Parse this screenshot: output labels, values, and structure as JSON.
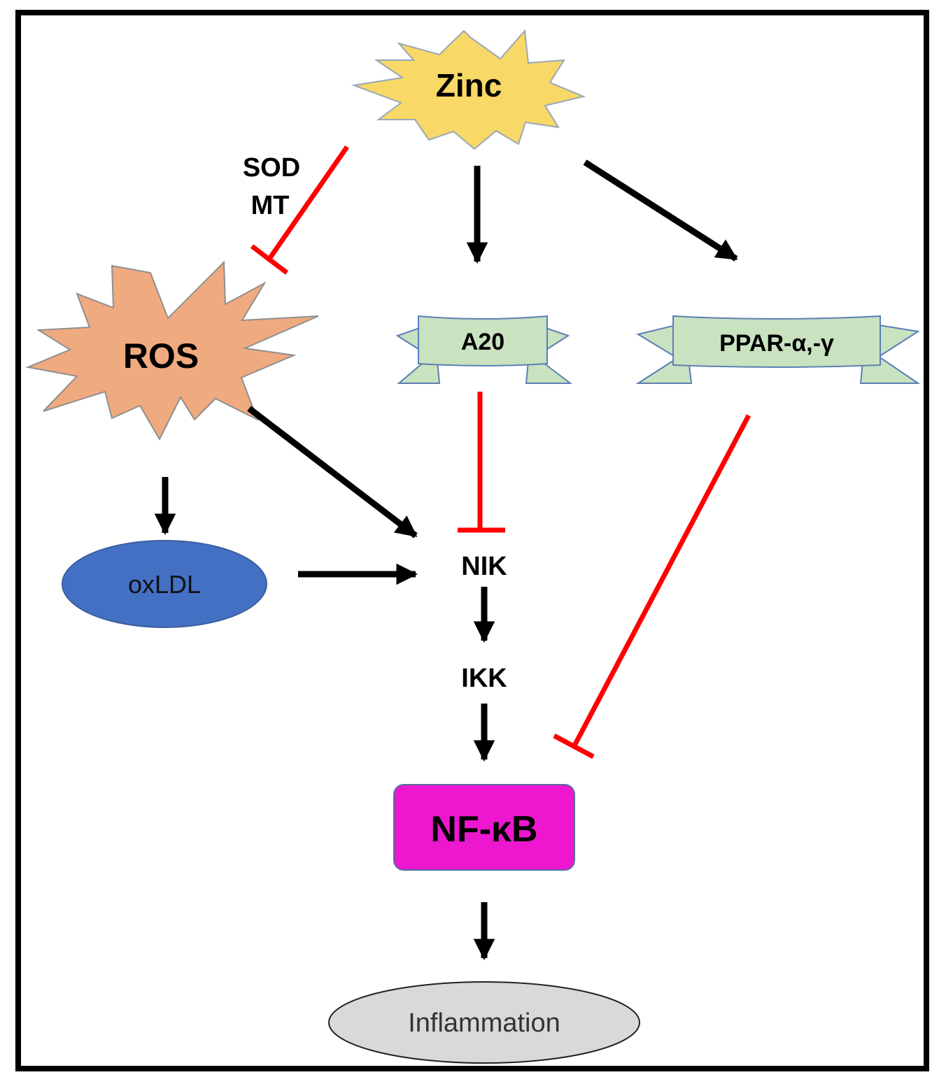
{
  "nodes": {
    "zinc": "Zinc",
    "ros": "ROS",
    "a20": "A20",
    "ppar": "PPAR-α,-γ",
    "oxldl": "oxLDL",
    "nik": "NIK",
    "ikk": "IKK",
    "nfkb": "NF-κB",
    "inflammation": "Inflammation"
  },
  "labels": {
    "sod": "SOD",
    "mt": "MT"
  },
  "colors": {
    "star_yellow": "#f8d866",
    "star_orange": "#f0aa80",
    "ribbon_green": "#c9e2c0",
    "ribbon_border": "#5b7fb5",
    "oval_blue": "#4470c4",
    "nfkb_magenta": "#ec17cf",
    "oval_gray": "#d9d9d9",
    "activation_arrow": "#000000",
    "inhibition_line": "#ff0000"
  },
  "edges": [
    {
      "from": "zinc",
      "to": "ros",
      "type": "inhibition",
      "label": "SOD / MT"
    },
    {
      "from": "zinc",
      "to": "a20",
      "type": "activation"
    },
    {
      "from": "zinc",
      "to": "ppar",
      "type": "activation"
    },
    {
      "from": "ros",
      "to": "oxldl",
      "type": "activation"
    },
    {
      "from": "ros",
      "to": "nik",
      "type": "activation"
    },
    {
      "from": "oxldl",
      "to": "nik",
      "type": "activation"
    },
    {
      "from": "a20",
      "to": "nik",
      "type": "inhibition"
    },
    {
      "from": "nik",
      "to": "ikk",
      "type": "activation"
    },
    {
      "from": "ikk",
      "to": "nfkb",
      "type": "activation"
    },
    {
      "from": "ppar",
      "to": "nfkb",
      "type": "inhibition"
    },
    {
      "from": "nfkb",
      "to": "inflammation",
      "type": "activation"
    }
  ]
}
